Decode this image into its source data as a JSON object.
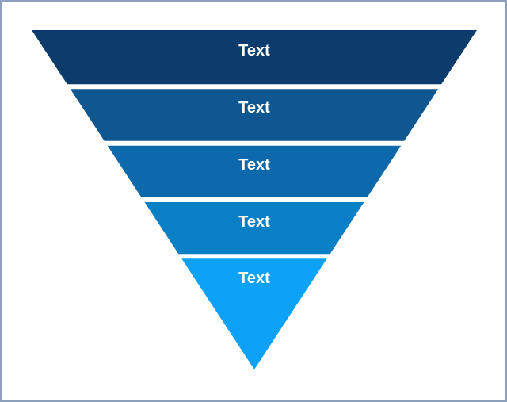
{
  "page": {
    "background_color": "#ffffff",
    "border_color": "#8ca0bc"
  },
  "funnel": {
    "type": "inverted-pyramid-funnel",
    "level_count": 5,
    "separator_color": "#ffffff",
    "label_color": "#ffffff",
    "levels": [
      {
        "label": "Text",
        "color": "#0d3c6c"
      },
      {
        "label": "Text",
        "color": "#0f5791"
      },
      {
        "label": "Text",
        "color": "#0d69ac"
      },
      {
        "label": "Text",
        "color": "#0980c6"
      },
      {
        "label": "Text",
        "color": "#0da2f6"
      }
    ]
  }
}
